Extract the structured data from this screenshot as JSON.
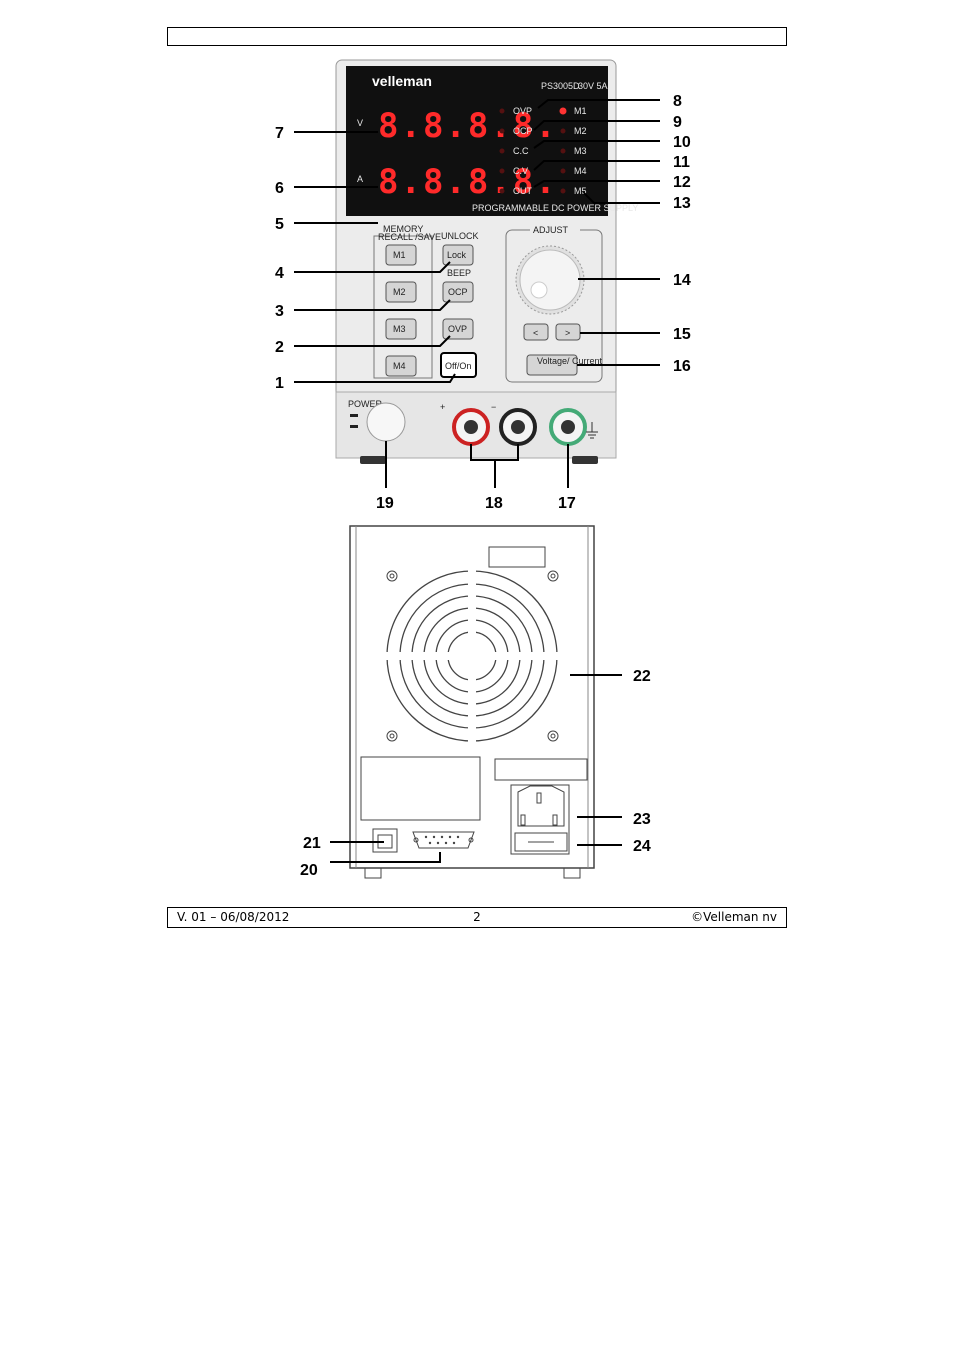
{
  "footer": {
    "version": "V. 01 – 06/08/2012",
    "page_number": "2",
    "copyright": "©Velleman nv"
  },
  "front_panel": {
    "brand": "velleman",
    "model": "PS3005D",
    "rating": "30V 5A",
    "product_line": "PROGRAMMABLE DC POWER SUPPLY",
    "voltage_unit": "V",
    "current_unit": "A",
    "voltage_display": "8.8.8.8.",
    "current_display": "8.8.8.8.",
    "status_leds": [
      "OVP",
      "OCP",
      "C.C",
      "C.V",
      "OUT"
    ],
    "memory_leds": [
      "M1",
      "M2",
      "M3",
      "M4",
      "M5"
    ],
    "memory_title": "MEMORY",
    "memory_subtitle": "RECALL  /SAVE",
    "memory_buttons": [
      "M1",
      "M2",
      "M3",
      "M4"
    ],
    "unlock_label": "UNLOCK",
    "lock_button": "Lock",
    "beep_label": "BEEP",
    "ocp_button": "OCP",
    "ovp_button": "OVP",
    "offon_button": "Off/On",
    "adjust_label": "ADJUST",
    "left_button": "<",
    "right_button": ">",
    "voltage_current_button": "Voltage/ Current",
    "power_label": "POWER",
    "plus_label": "+",
    "minus_label": "−"
  },
  "callouts": {
    "c1": "1",
    "c2": "2",
    "c3": "3",
    "c4": "4",
    "c5": "5",
    "c6": "6",
    "c7": "7",
    "c8": "8",
    "c9": "9",
    "c10": "10",
    "c11": "11",
    "c12": "12",
    "c13": "13",
    "c14": "14",
    "c15": "15",
    "c16": "16",
    "c17": "17",
    "c18": "18",
    "c19": "19",
    "c20": "20",
    "c21": "21",
    "c22": "22",
    "c23": "23",
    "c24": "24"
  }
}
